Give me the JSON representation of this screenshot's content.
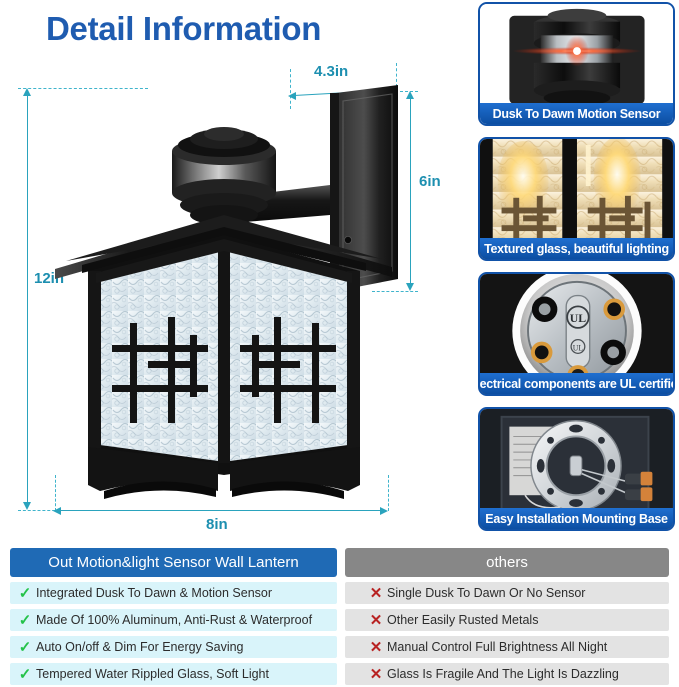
{
  "header": {
    "title": "Detail Information"
  },
  "dimensions": {
    "depth": "4.3in",
    "height_back": "6in",
    "height_total": "12in",
    "width": "8in"
  },
  "panels": [
    {
      "caption": "Dusk To Dawn Motion Sensor",
      "icon": "motion-sensor-icon"
    },
    {
      "caption": "Textured glass, beautiful lighting",
      "icon": "textured-glass-icon"
    },
    {
      "caption": "Electrical components are UL certified",
      "icon": "ul-certified-icon"
    },
    {
      "caption": "Easy Installation Mounting Base",
      "icon": "mounting-base-icon"
    }
  ],
  "comparison": {
    "good_header": "Out Motion&light Sensor Wall Lantern",
    "bad_header": "others",
    "check_mark": "✓",
    "cross_mark": "✕",
    "rows": [
      {
        "good": "Integrated Dusk To Dawn & Motion Sensor",
        "bad": "Single Dusk To Dawn Or No Sensor"
      },
      {
        "good": "Made Of 100% Aluminum, Anti-Rust & Waterproof",
        "bad": "Other Easily Rusted Metals"
      },
      {
        "good": "Auto On/off & Dim For Energy Saving",
        "bad": "Manual Control Full Brightness All Night"
      },
      {
        "good": "Tempered Water Rippled Glass, Soft Light",
        "bad": "Glass Is Fragile And The Light Is Dazzling"
      }
    ]
  },
  "colors": {
    "title_blue": "#1f5cb0",
    "dim_teal": "#2aa3bd",
    "caption_blue": "#1152a8",
    "good_row": "#d9f4fa",
    "bad_row": "#e3e3e3",
    "check_green": "#24c24a",
    "cross_red": "#b82222"
  }
}
